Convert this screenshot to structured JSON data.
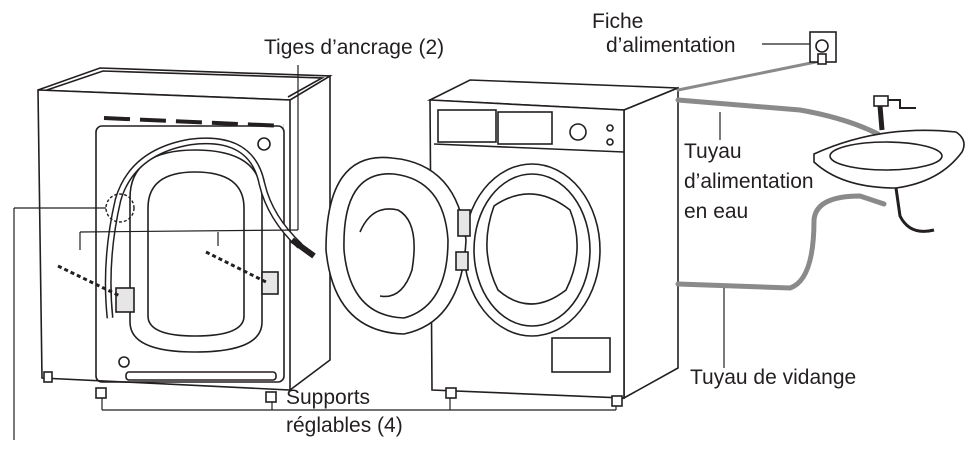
{
  "labels": {
    "anchor_rods": "Tiges d’ancrage (2)",
    "plug_line1": "Fiche",
    "plug_line2": "d’alimentation",
    "water_line1": "Tuyau",
    "water_line2": "d’alimentation",
    "water_line3": "en eau",
    "drain": "Tuyau de vidange",
    "feet_line1": "Supports",
    "feet_line2": "réglables (4)"
  },
  "colors": {
    "line": "#231f20",
    "hose": "#8a8a8a",
    "appliance_fill": "#ffffff",
    "shade": "#e6e6e6"
  }
}
